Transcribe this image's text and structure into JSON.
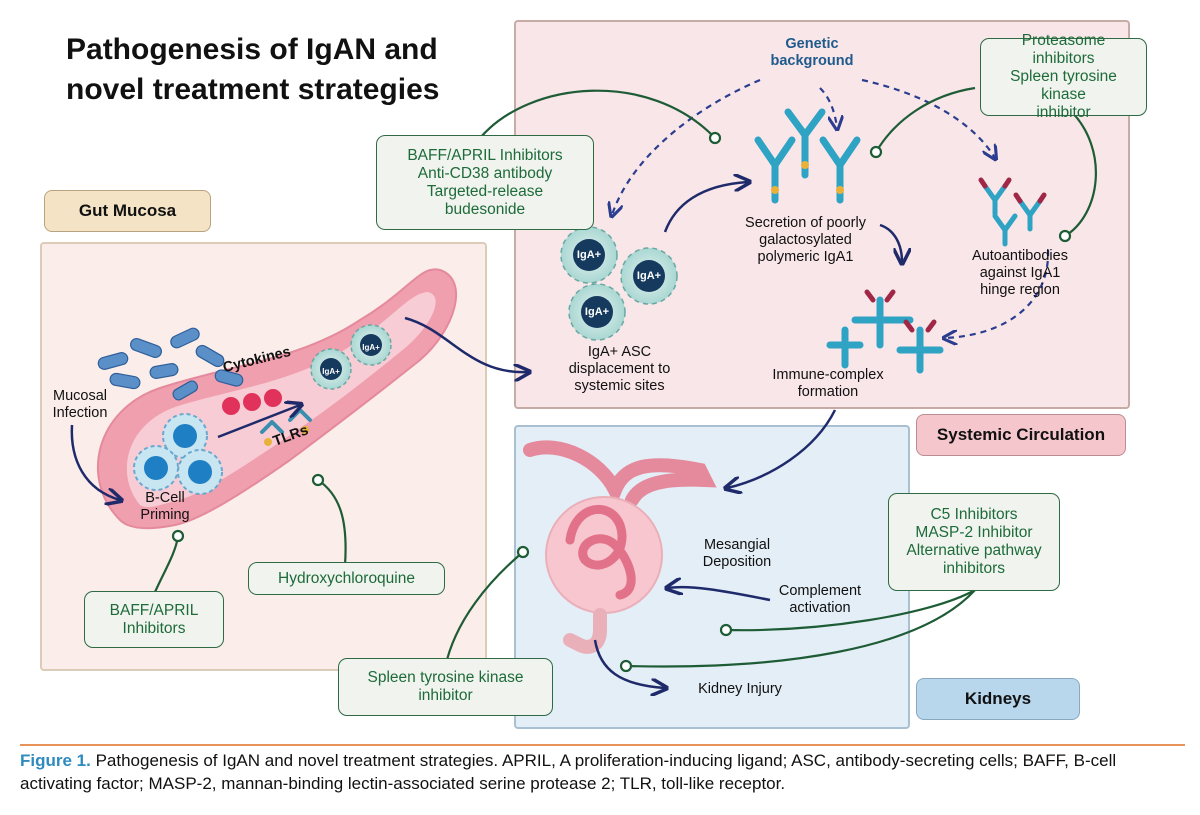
{
  "title_line1": "Pathogenesis of IgAN and",
  "title_line2": "novel treatment strategies",
  "regions": {
    "gut": "Gut Mucosa",
    "systemic": "Systemic Circulation",
    "kidneys": "Kidneys"
  },
  "drugs": {
    "baff_april_top": [
      "BAFF/APRIL Inhibitors",
      "Anti-CD38 antibody",
      "Targeted-release",
      "budesonide"
    ],
    "proteasome": [
      "Proteasome inhibitors",
      "Spleen tyrosine kinase",
      "inhibitor"
    ],
    "baff_april_bottom": [
      "BAFF/APRIL",
      "Inhibitors"
    ],
    "hydroxychloroquine": "Hydroxychloroquine",
    "spleen_kinase": [
      "Spleen tyrosine kinase",
      "inhibitor"
    ],
    "complement": [
      "C5 Inhibitors",
      "MASP-2 Inhibitor",
      "Alternative pathway",
      "inhibitors"
    ]
  },
  "labels": {
    "genetic": [
      "Genetic",
      "background"
    ],
    "secretion": [
      "Secretion of poorly",
      "galactosylated",
      "polymeric IgA1"
    ],
    "autoantibodies": [
      "Autoantibodies",
      "against IgA1",
      "hinge region"
    ],
    "asc_displacement": [
      "IgA+ ASC",
      "displacement to",
      "systemic sites"
    ],
    "immune_complex": [
      "Immune-complex",
      "formation"
    ],
    "mucosal_infection": [
      "Mucosal",
      "Infection"
    ],
    "bcell_priming": [
      "B-Cell",
      "Priming"
    ],
    "cytokines": "Cytokines",
    "tlrs": "TLRs",
    "mesangial": [
      "Mesangial",
      "Deposition"
    ],
    "complement_activation": [
      "Complement",
      "activation"
    ],
    "kidney_injury": "Kidney Injury",
    "iga_plus": "IgA+"
  },
  "caption": {
    "figure": "Figure 1.",
    "text": " Pathogenesis of IgAN and novel treatment strategies. APRIL, A proliferation-inducing ligand; ASC, antibody-secreting cells; BAFF, B-cell activating factor; MASP-2, mannan-binding lectin-associated serine protease 2; TLR, toll-like receptor."
  },
  "colors": {
    "drug_text": "#1e6b3a",
    "drug_border": "#2f6a45",
    "arrow": "#1f2a6b",
    "caption_accent": "#2d8bbf",
    "rule": "#e8935a"
  }
}
